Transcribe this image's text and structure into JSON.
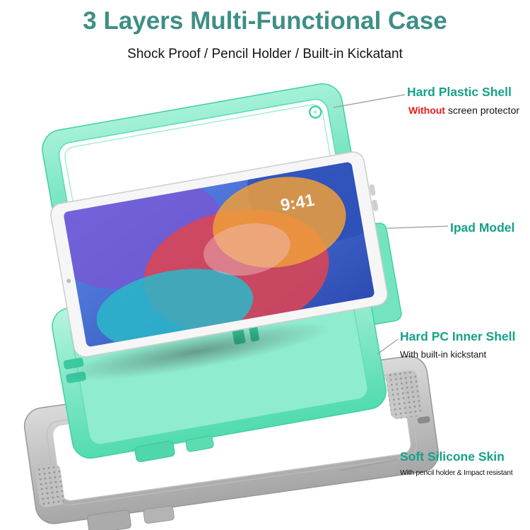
{
  "header": {
    "title": "3 Layers Multi-Functional Case",
    "subtitle": "Shock Proof / Pencil Holder / Built-in Kickatant"
  },
  "annotations": {
    "shell": {
      "label": "Hard Plastic Shell",
      "note_em": "Without",
      "note": " screen protector"
    },
    "ipad": {
      "label": "Ipad Model"
    },
    "inner": {
      "label": "Hard PC Inner Shell",
      "note": "With built-in kickstant"
    },
    "skin": {
      "label": "Soft Silicone Skin",
      "note": "With pencil holder & Impact resistant"
    }
  },
  "device": {
    "status_time": "9:41"
  },
  "colors": {
    "accent_teal": "#3e8e86",
    "label_teal": "#16a189",
    "alert_red": "#ee1b1b",
    "mint_green": "#5fdfb5",
    "skin_gray": "#b6b6b6",
    "line_gray": "#9b9b9b"
  }
}
